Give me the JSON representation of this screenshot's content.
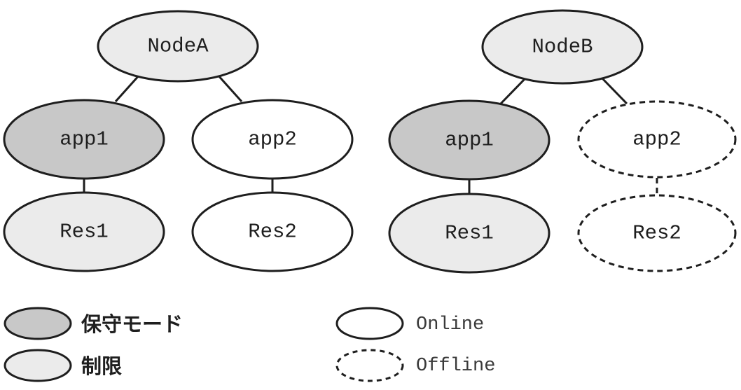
{
  "colors": {
    "maintenance": "#c8c8c8",
    "restricted": "#ebebeb",
    "online": "#ffffff",
    "stroke": "#1e1e1e"
  },
  "trees": [
    {
      "root": "NodeA",
      "groups": [
        {
          "app": "app1",
          "res": "Res1",
          "state": "maintenance",
          "res_state": "restricted",
          "offline": false
        },
        {
          "app": "app2",
          "res": "Res2",
          "state": "online",
          "res_state": "online",
          "offline": false
        }
      ]
    },
    {
      "root": "NodeB",
      "groups": [
        {
          "app": "app1",
          "res": "Res1",
          "state": "maintenance",
          "res_state": "restricted",
          "offline": false
        },
        {
          "app": "app2",
          "res": "Res2",
          "state": "online",
          "res_state": "online",
          "offline": true
        }
      ]
    }
  ],
  "legend": {
    "maintenance": "保守モード",
    "restricted": "制限",
    "online": "Online",
    "offline": "Offline"
  }
}
